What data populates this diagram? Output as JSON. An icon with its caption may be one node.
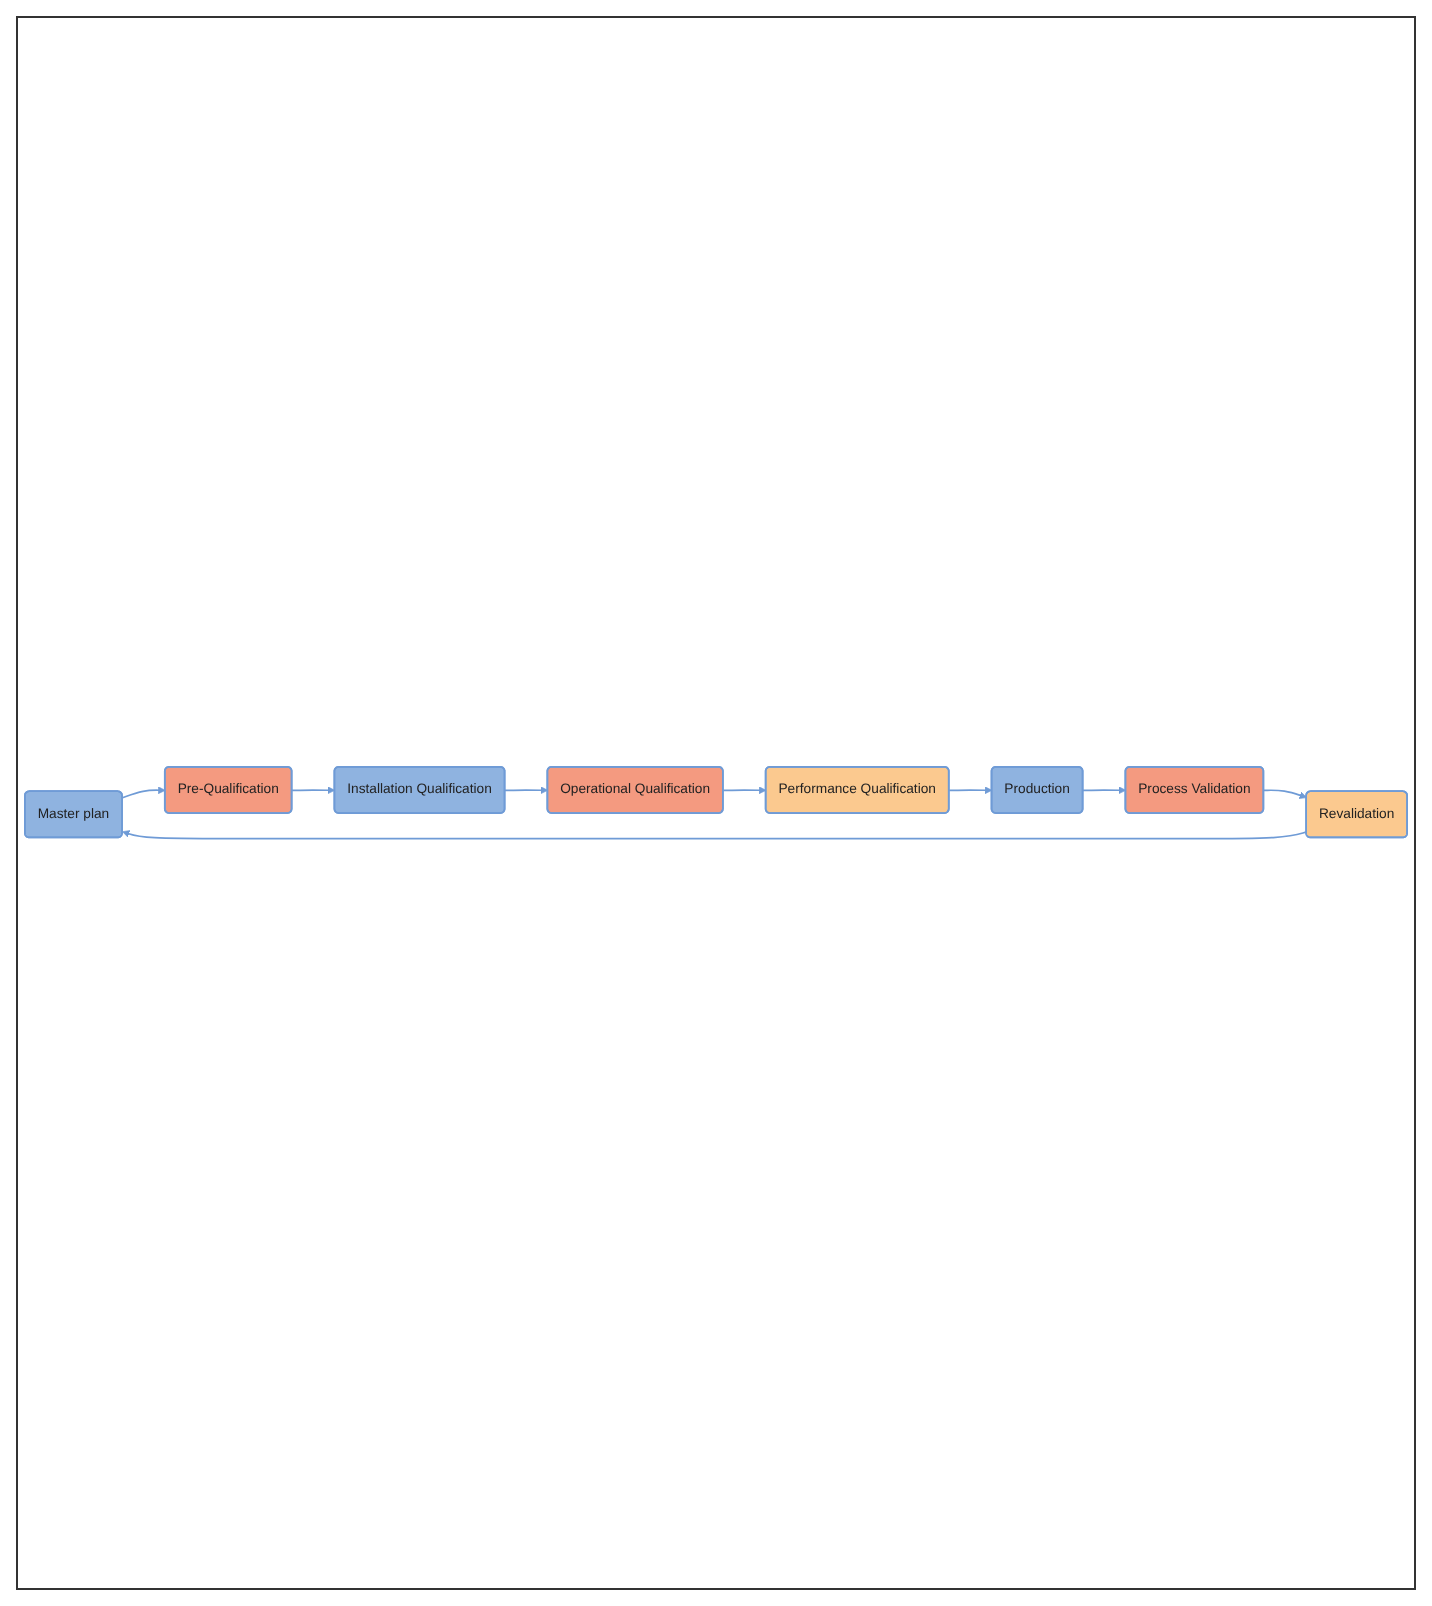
{
  "diagram": {
    "nodes": [
      {
        "text": [
          "Master plan"
        ]
      },
      {
        "text": [
          "Pre-Qualification"
        ]
      },
      {
        "text": [
          "Installation Qualification"
        ]
      },
      {
        "text": [
          "Operational Qualification"
        ]
      },
      {
        "text": [
          "Performance Qualification"
        ]
      },
      {
        "text": [
          "Production"
        ]
      },
      {
        "text": [
          "Process Validation"
        ]
      },
      {
        "text": [
          "Revalidation"
        ]
      }
    ],
    "edges": [
      {
        "from": 0,
        "to": 1,
        "arrow": "to"
      },
      {
        "from": 1,
        "to": 2,
        "arrow": "to"
      },
      {
        "from": 2,
        "to": 3,
        "arrow": "to"
      },
      {
        "from": 3,
        "to": 4,
        "arrow": "to"
      },
      {
        "from": 4,
        "to": 5,
        "arrow": "to"
      },
      {
        "from": 5,
        "to": 6,
        "arrow": "to"
      },
      {
        "from": 6,
        "to": 7,
        "arrow": "to"
      },
      {
        "from": 7,
        "to": 0,
        "arrow": "to"
      }
    ]
  }
}
